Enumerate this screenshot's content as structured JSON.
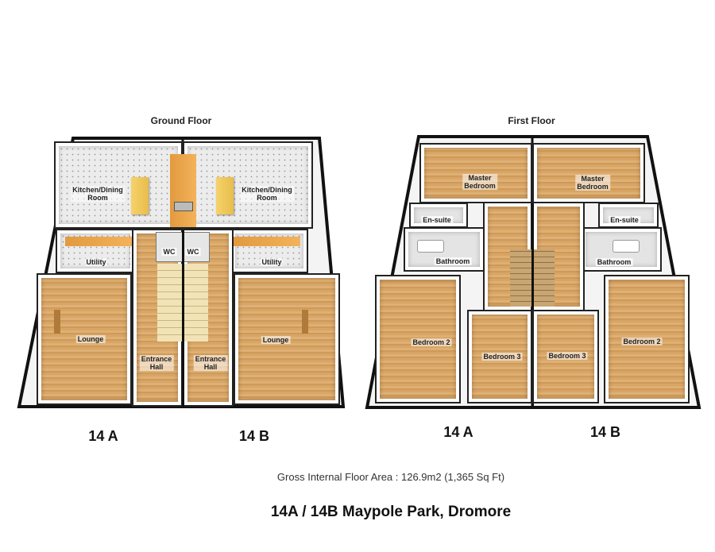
{
  "ground_floor": {
    "title": "Ground Floor",
    "rooms": {
      "kitchen_a": "Kitchen/Dining\nRoom",
      "kitchen_b": "Kitchen/Dining\nRoom",
      "utility_a": "Utility",
      "utility_b": "Utility",
      "wc_a": "WC",
      "wc_b": "WC",
      "lounge_a": "Lounge",
      "lounge_b": "Lounge",
      "hall_a": "Entrance\nHall",
      "hall_b": "Entrance\nHall"
    },
    "unit_a": "14 A",
    "unit_b": "14 B"
  },
  "first_floor": {
    "title": "First Floor",
    "rooms": {
      "master_a": "Master\nBedroom",
      "master_b": "Master\nBedroom",
      "ensuite_a": "En-suite",
      "ensuite_b": "En-suite",
      "bathroom_a": "Bathroom",
      "bathroom_b": "Bathroom",
      "bedroom2_a": "Bedroom 2",
      "bedroom2_b": "Bedroom 2",
      "bedroom3_a": "Bedroom 3",
      "bedroom3_b": "Bedroom 3"
    },
    "unit_a": "14 A",
    "unit_b": "14 B"
  },
  "footer": {
    "area": "Gross Internal Floor Area : 126.9m2 (1,365 Sq Ft)",
    "address": "14A / 14B Maypole Park, Dromore"
  }
}
